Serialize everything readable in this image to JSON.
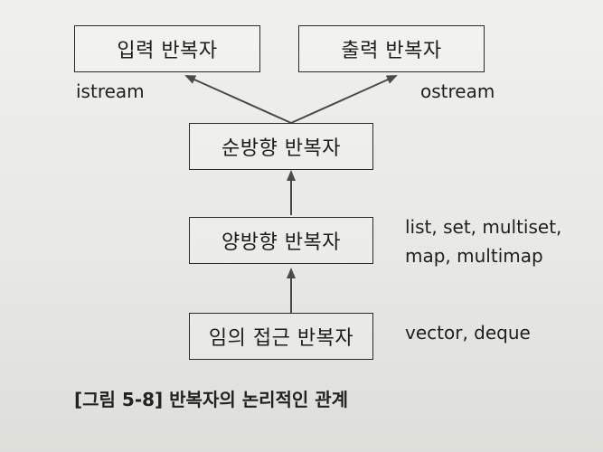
{
  "diagram": {
    "nodes": {
      "input_iterator": "입력 반복자",
      "output_iterator": "출력 반복자",
      "forward_iterator": "순방향 반복자",
      "bidirectional_iterator": "양방향 반복자",
      "random_access_iterator": "임의 접근 반복자"
    },
    "labels": {
      "istream": "istream",
      "ostream": "ostream",
      "bidirectional_line1": "list, set, multiset,",
      "bidirectional_line2": "map, multimap",
      "random_access": "vector, deque"
    },
    "edges": [
      {
        "from": "random_access_iterator",
        "to": "bidirectional_iterator"
      },
      {
        "from": "bidirectional_iterator",
        "to": "forward_iterator"
      },
      {
        "from": "forward_iterator",
        "to": "input_iterator"
      },
      {
        "from": "forward_iterator",
        "to": "output_iterator"
      }
    ],
    "caption": "[그림 5-8] 반복자의 논리적인 관계"
  }
}
